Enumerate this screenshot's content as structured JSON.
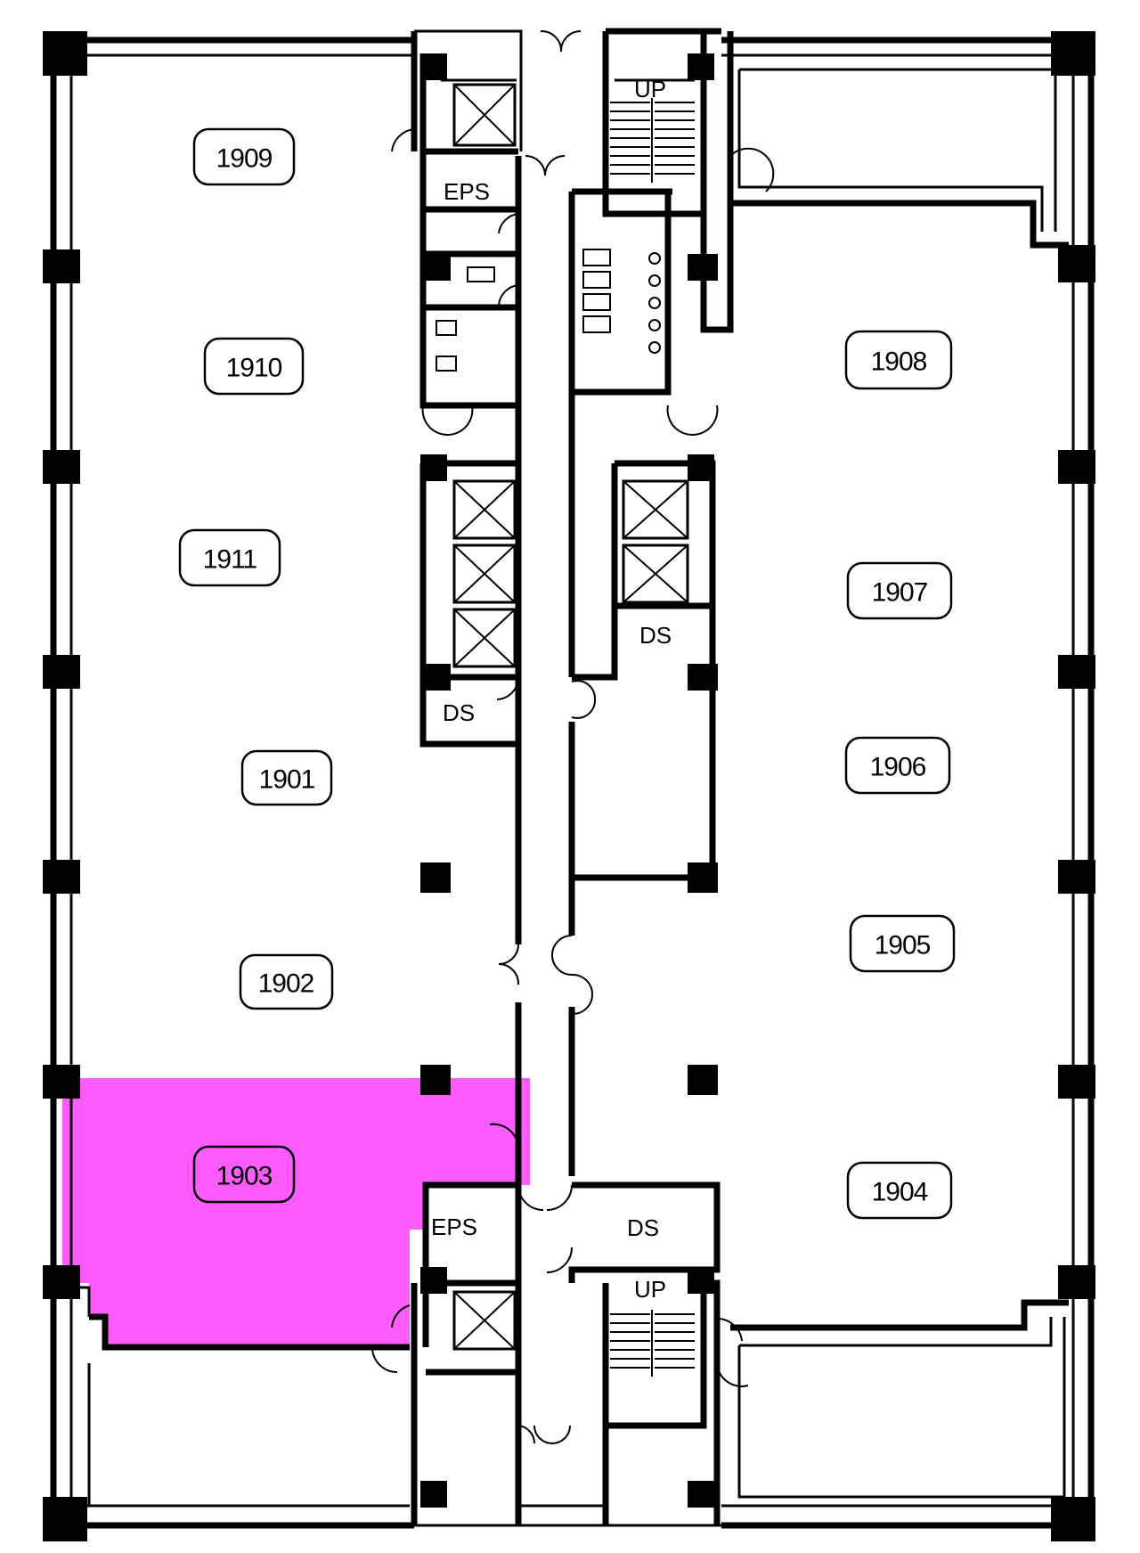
{
  "colors": {
    "highlight": "#ff5cff",
    "line": "#000000",
    "background": "#ffffff"
  },
  "highlighted_unit": "1903",
  "units": {
    "u1909": "1909",
    "u1910": "1910",
    "u1911": "1911",
    "u1901": "1901",
    "u1902": "1902",
    "u1903": "1903",
    "u1908": "1908",
    "u1907": "1907",
    "u1906": "1906",
    "u1905": "1905",
    "u1904": "1904"
  },
  "labels": {
    "eps_top": "EPS",
    "eps_bottom": "EPS",
    "ds_left": "DS",
    "ds_right_upper": "DS",
    "ds_right_lower": "DS",
    "up_top": "UP",
    "up_bottom": "UP"
  },
  "icons": {
    "elevator": "elevator-icon",
    "stairs": "stairs-icon",
    "toilet": "toilet-icon",
    "column": "column-icon"
  }
}
